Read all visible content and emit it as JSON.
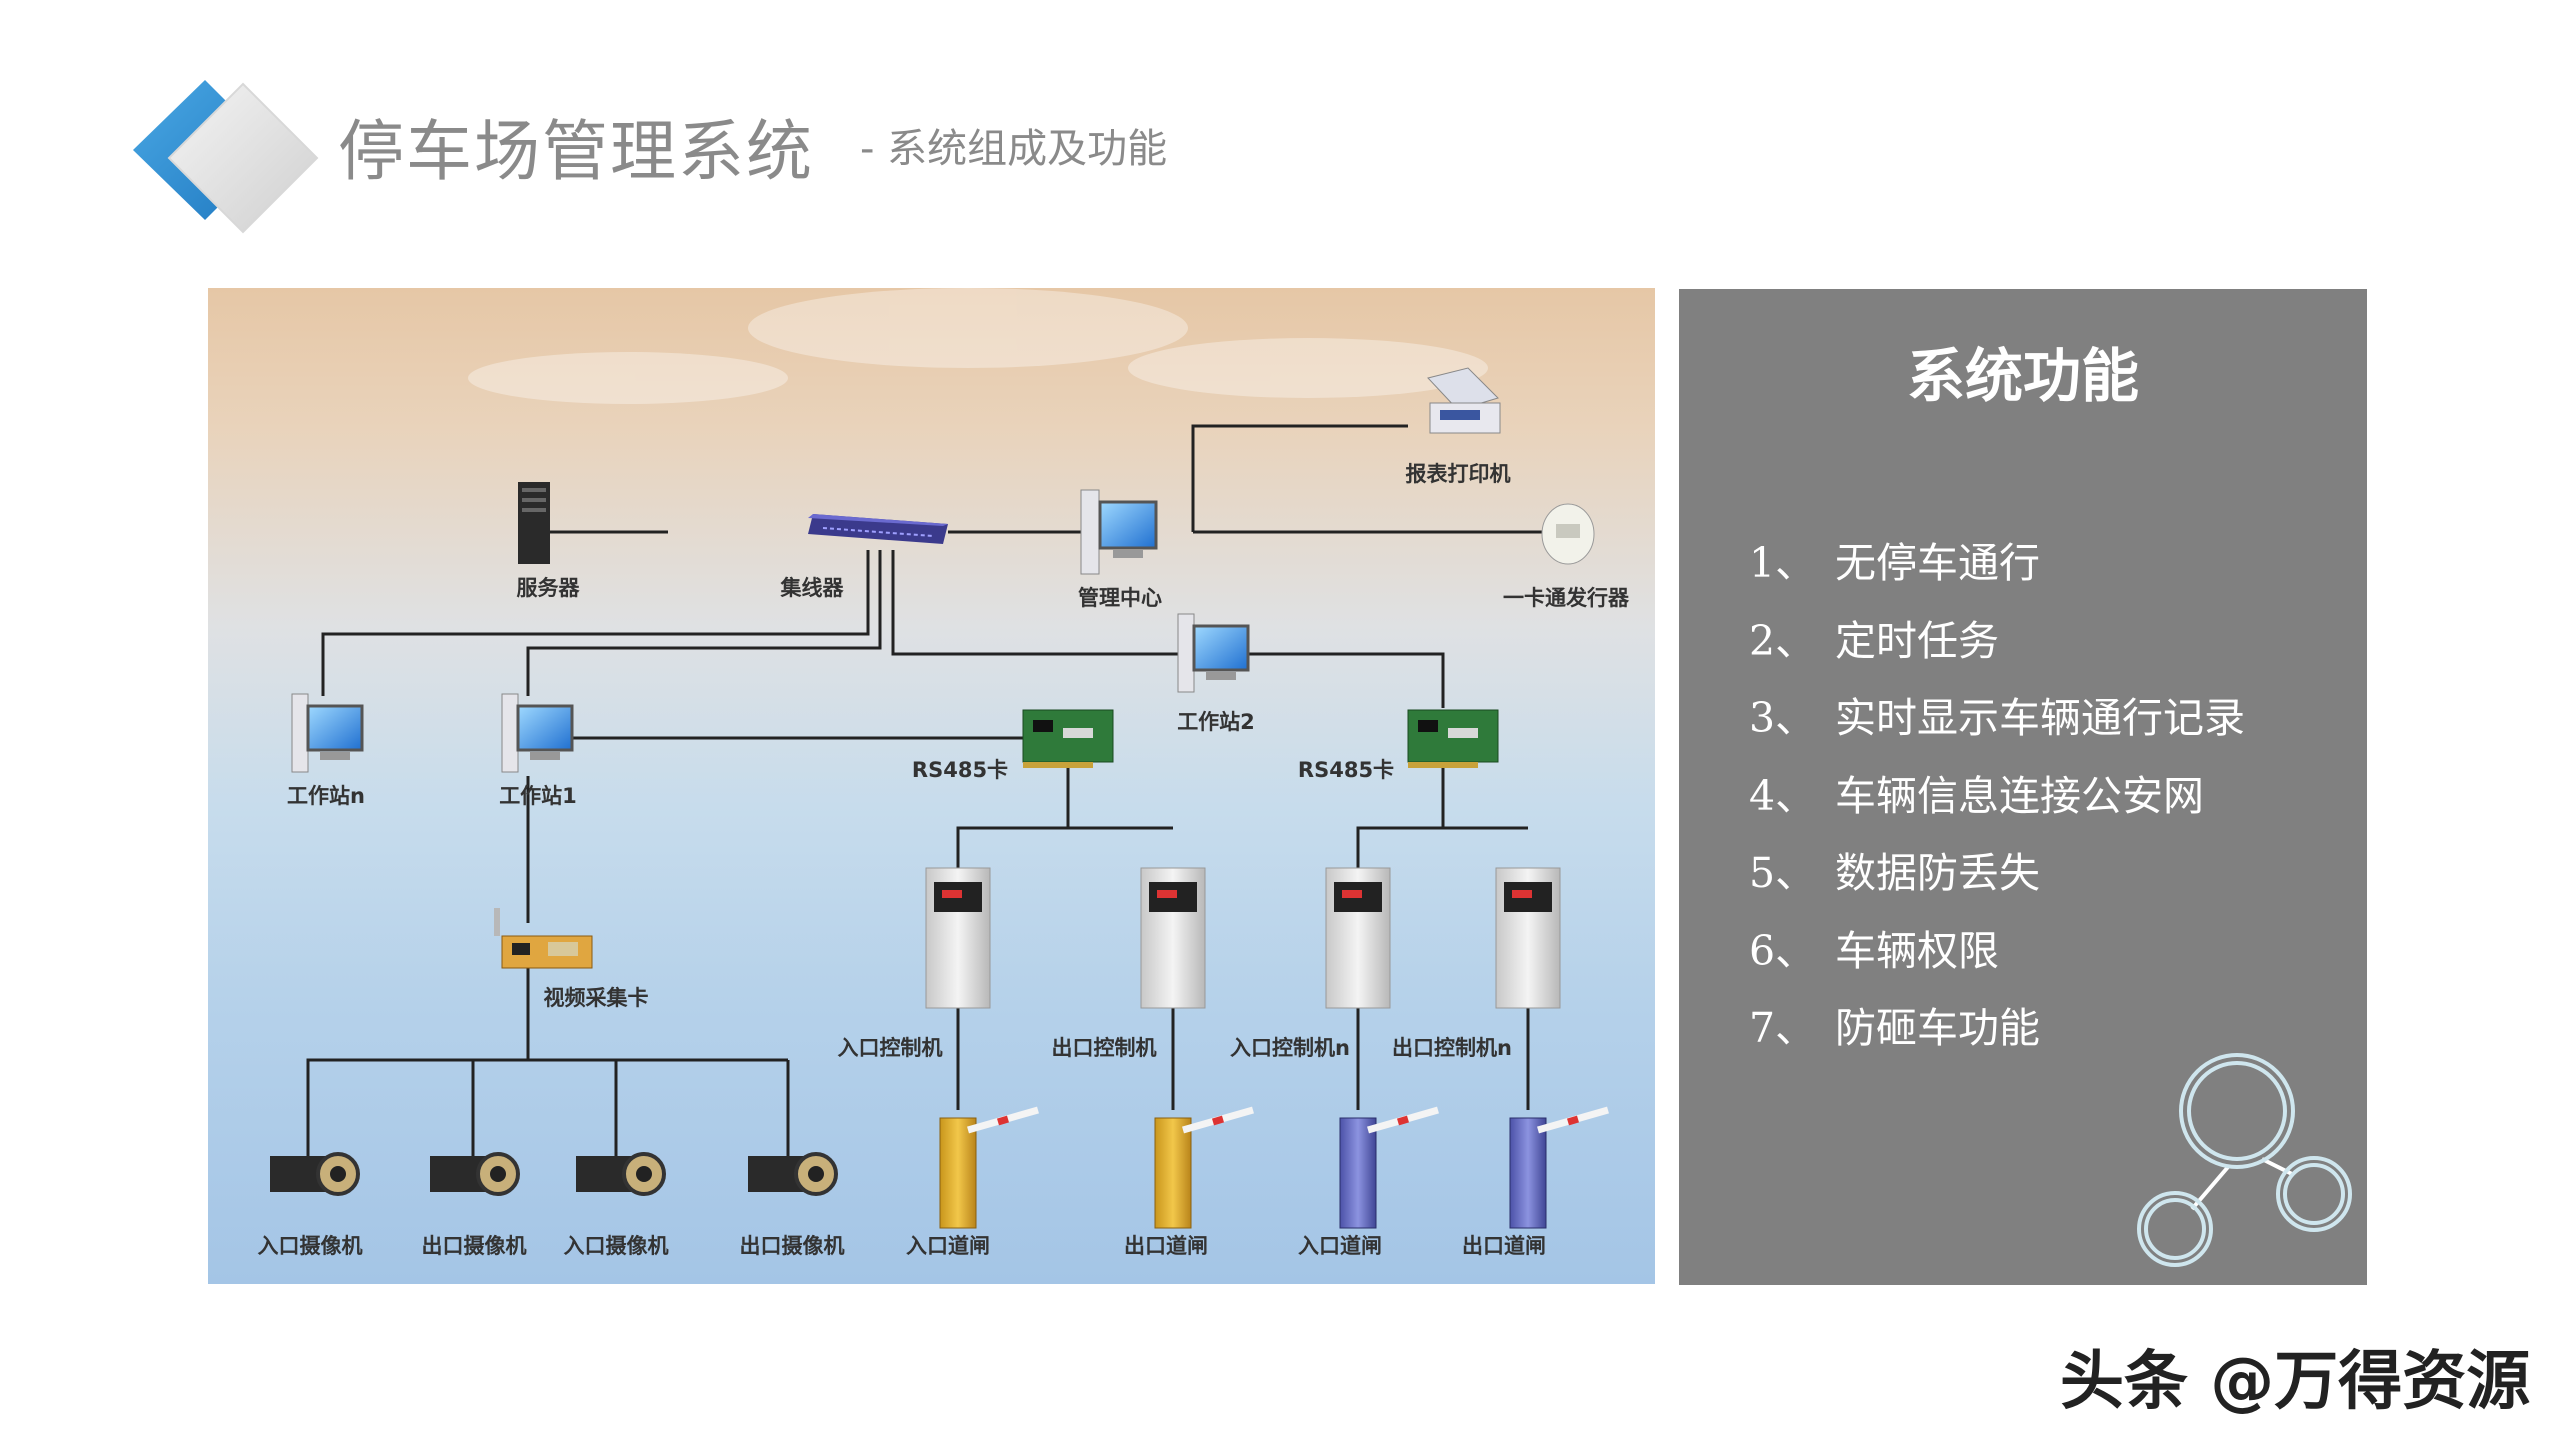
{
  "header": {
    "title": "停车场管理系统",
    "subtitle": "- 系统组成及功能"
  },
  "diagram": {
    "labels": {
      "server": "服务器",
      "hub": "集线器",
      "mgmt_center": "管理中心",
      "printer": "报表打印机",
      "card_issuer": "一卡通发行器",
      "workstation_n": "工作站n",
      "workstation_1": "工作站1",
      "workstation_2": "工作站2",
      "rs485_a": "RS485卡",
      "rs485_b": "RS485卡",
      "capture_card": "视频采集卡",
      "entry_controller": "入口控制机",
      "exit_controller": "出口控制机",
      "entry_controller_n": "入口控制机n",
      "exit_controller_n": "出口控制机n",
      "cam1": "入口摄像机",
      "cam2": "出口摄像机",
      "cam3": "入口摄像机",
      "cam4": "出口摄像机",
      "gate1": "入口道闸",
      "gate2": "出口道闸",
      "gate3": "入口道闸",
      "gate4": "出口道闸"
    }
  },
  "functions": {
    "title": "系统功能",
    "items": [
      {
        "num": "1、",
        "text": "无停车通行"
      },
      {
        "num": "2、",
        "text": "定时任务"
      },
      {
        "num": "3、",
        "text": "实时显示车辆通行记录"
      },
      {
        "num": "4、",
        "text": "车辆信息连接公安网"
      },
      {
        "num": "5、",
        "text": "数据防丢失"
      },
      {
        "num": "6、",
        "text": "车辆权限"
      },
      {
        "num": "7、",
        "text": "防砸车功能"
      }
    ]
  },
  "watermark": "头条 @万得资源",
  "colors": {
    "accent_blue": "#2f8fd1",
    "panel_gray": "#808080",
    "title_gray": "#8a8a8a"
  }
}
